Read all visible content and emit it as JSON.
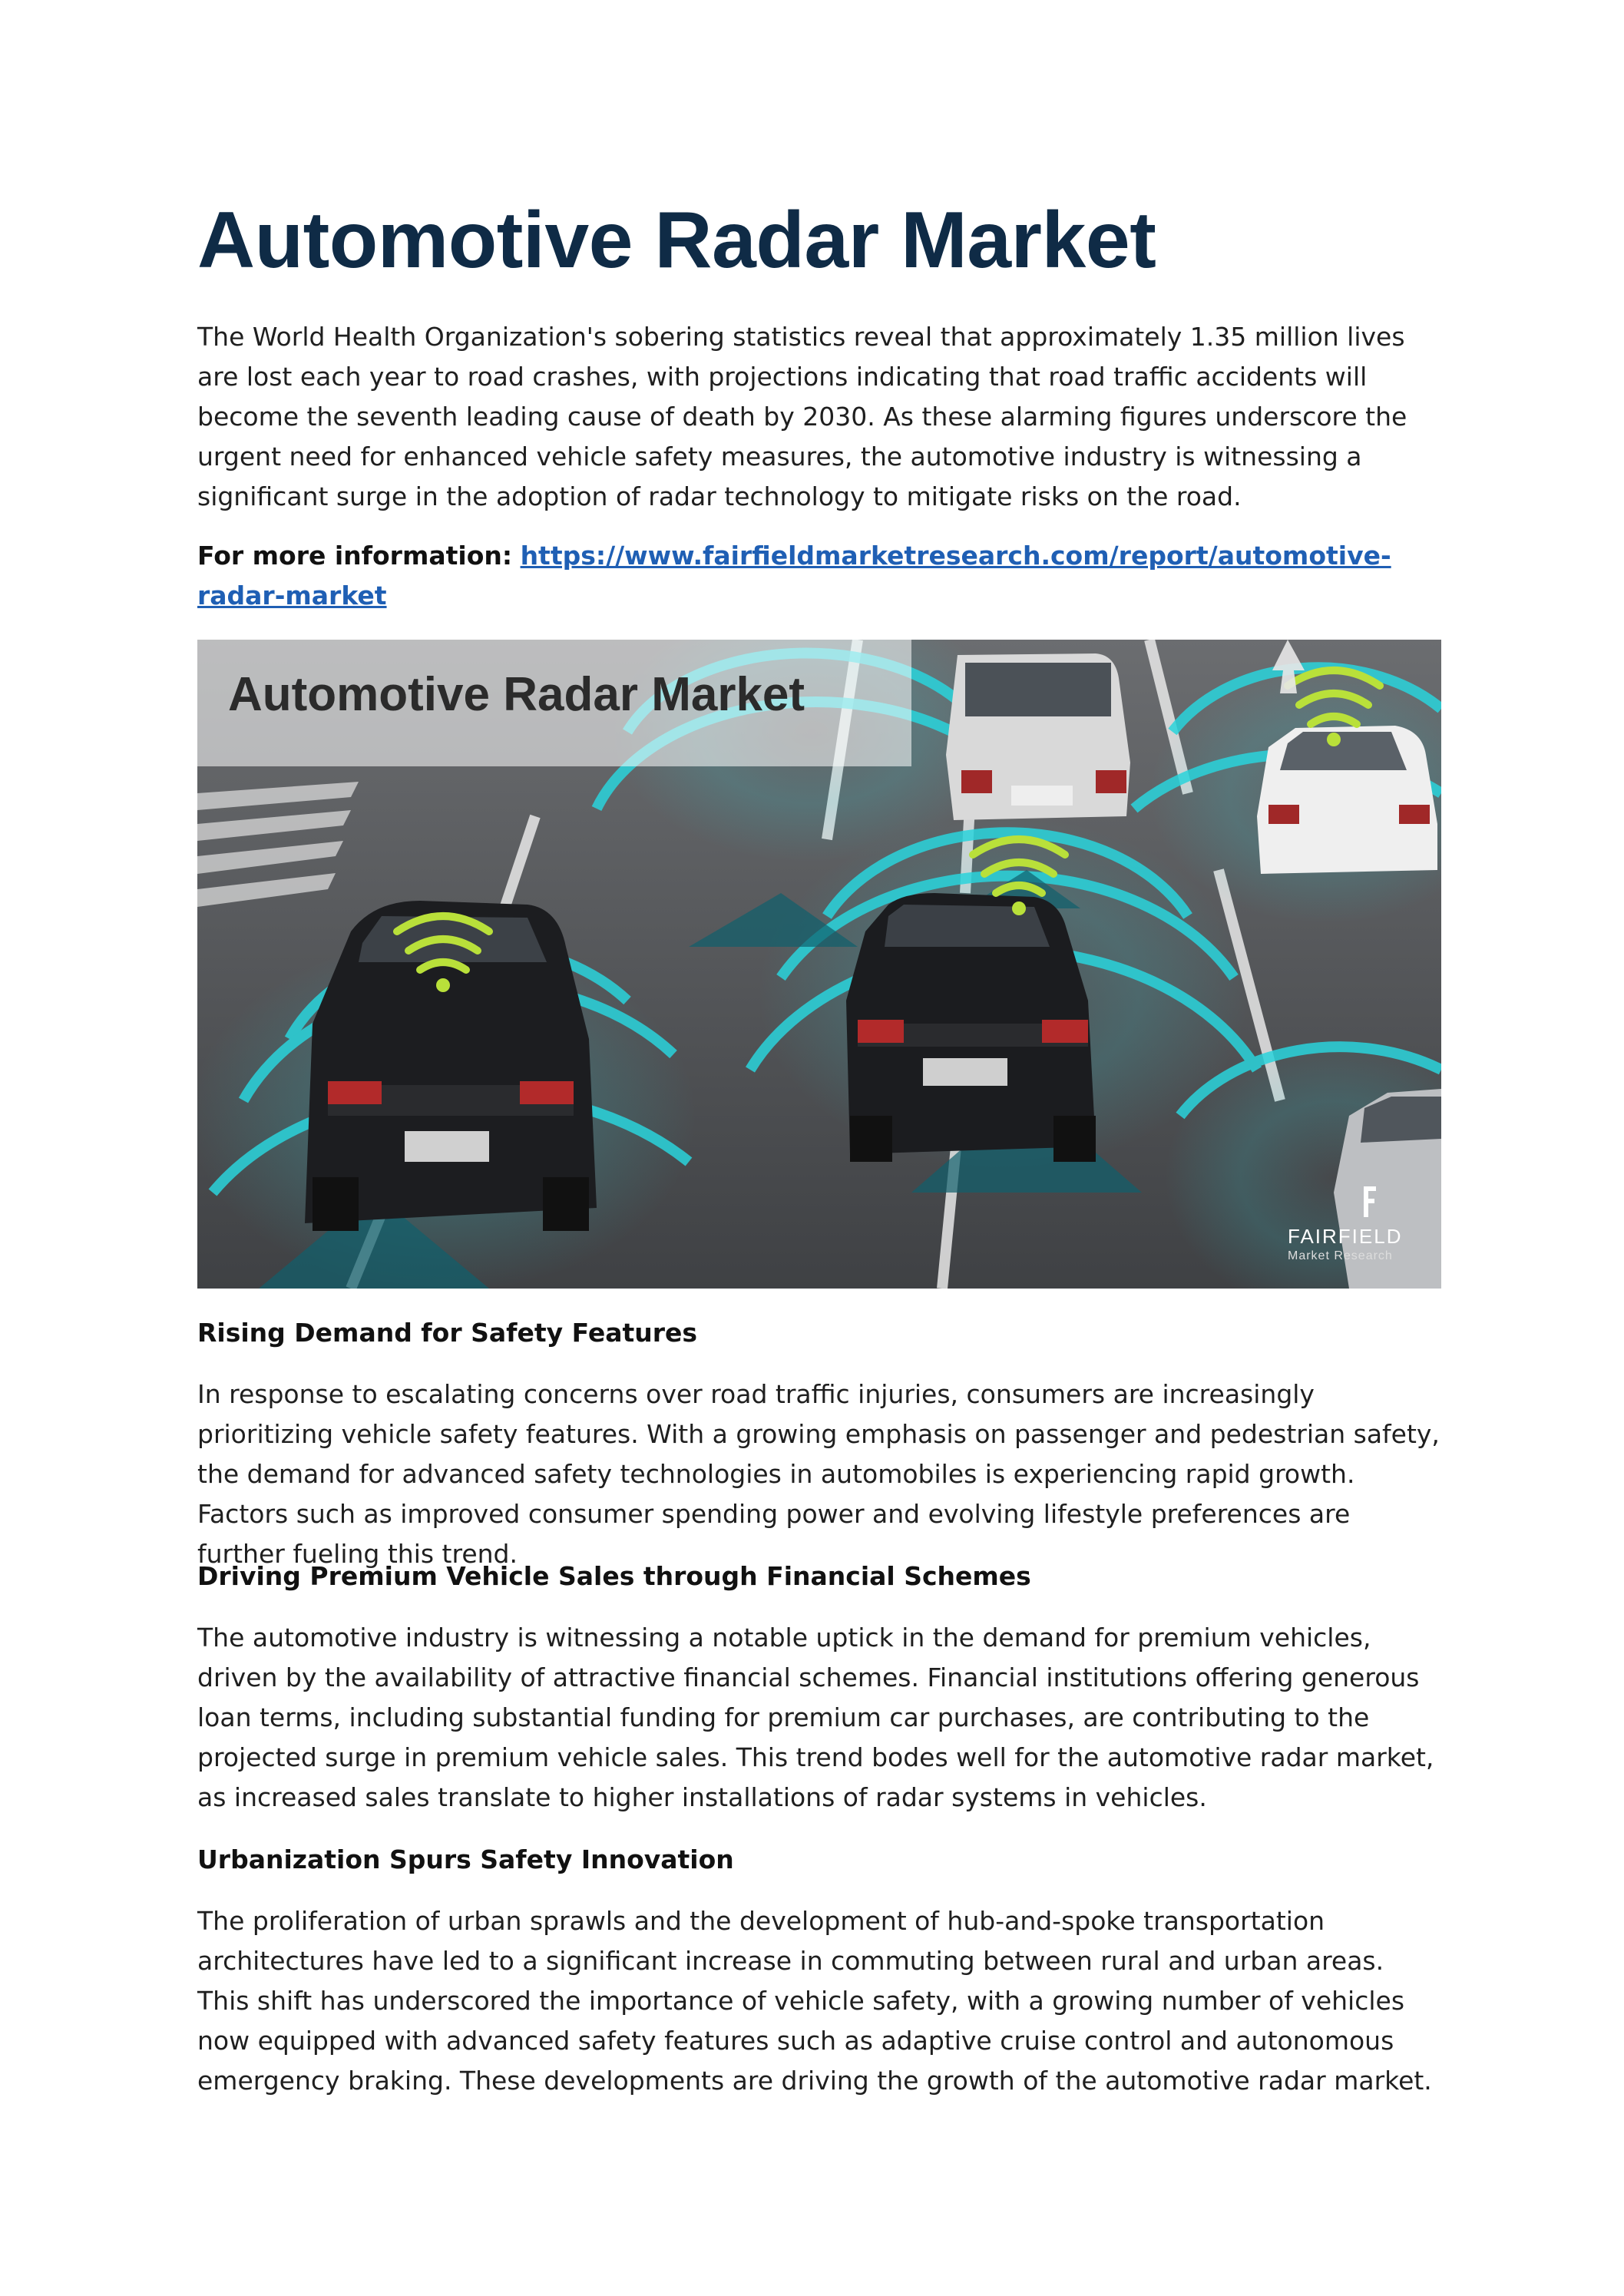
{
  "document": {
    "title": "Automotive Radar Market",
    "intro": "The World Health Organization's sobering statistics reveal that approximately 1.35 million lives are lost each year to road crashes, with projections indicating that road traffic accidents will become the seventh leading cause of death by 2030. As these alarming figures underscore the urgent need for enhanced vehicle safety measures, the automotive industry is witnessing a significant surge in the adoption of radar technology to mitigate risks on the road.",
    "info_label": "For more information:",
    "info_link": "https://www.fairfieldmarketresearch.com/report/automotive-radar-market",
    "hero": {
      "banner_text": "Automotive Radar Market",
      "logo_name": "FAIRFIELD",
      "logo_tagline": "Market Research"
    },
    "sections": [
      {
        "heading": "Rising Demand for Safety Features",
        "body": "In response to escalating concerns over road traffic injuries, consumers are increasingly prioritizing vehicle safety features. With a growing emphasis on passenger and pedestrian safety, the demand for advanced safety technologies in automobiles is experiencing rapid growth. Factors such as improved consumer spending power and evolving lifestyle preferences are further fueling this trend."
      },
      {
        "heading": "Driving Premium Vehicle Sales through Financial Schemes",
        "body": "The automotive industry is witnessing a notable uptick in the demand for premium vehicles, driven by the availability of attractive financial schemes. Financial institutions offering generous loan terms, including substantial funding for premium car purchases, are contributing to the projected surge in premium vehicle sales. This trend bodes well for the automotive radar market, as increased sales translate to higher installations of radar systems in vehicles."
      },
      {
        "heading": "Urbanization Spurs Safety Innovation",
        "body": "The proliferation of urban sprawls and the development of hub-and-spoke transportation architectures have led to a significant increase in commuting between rural and urban areas. This shift has underscored the importance of vehicle safety, with a growing number of vehicles now equipped with advanced safety features such as adaptive cruise control and autonomous emergency braking. These developments are driving the growth of the automotive radar market."
      }
    ],
    "colors": {
      "title": "#0f2b46",
      "link": "#1f5fb4",
      "radar": "#2ad4dc",
      "signal": "#b9e03a"
    }
  }
}
